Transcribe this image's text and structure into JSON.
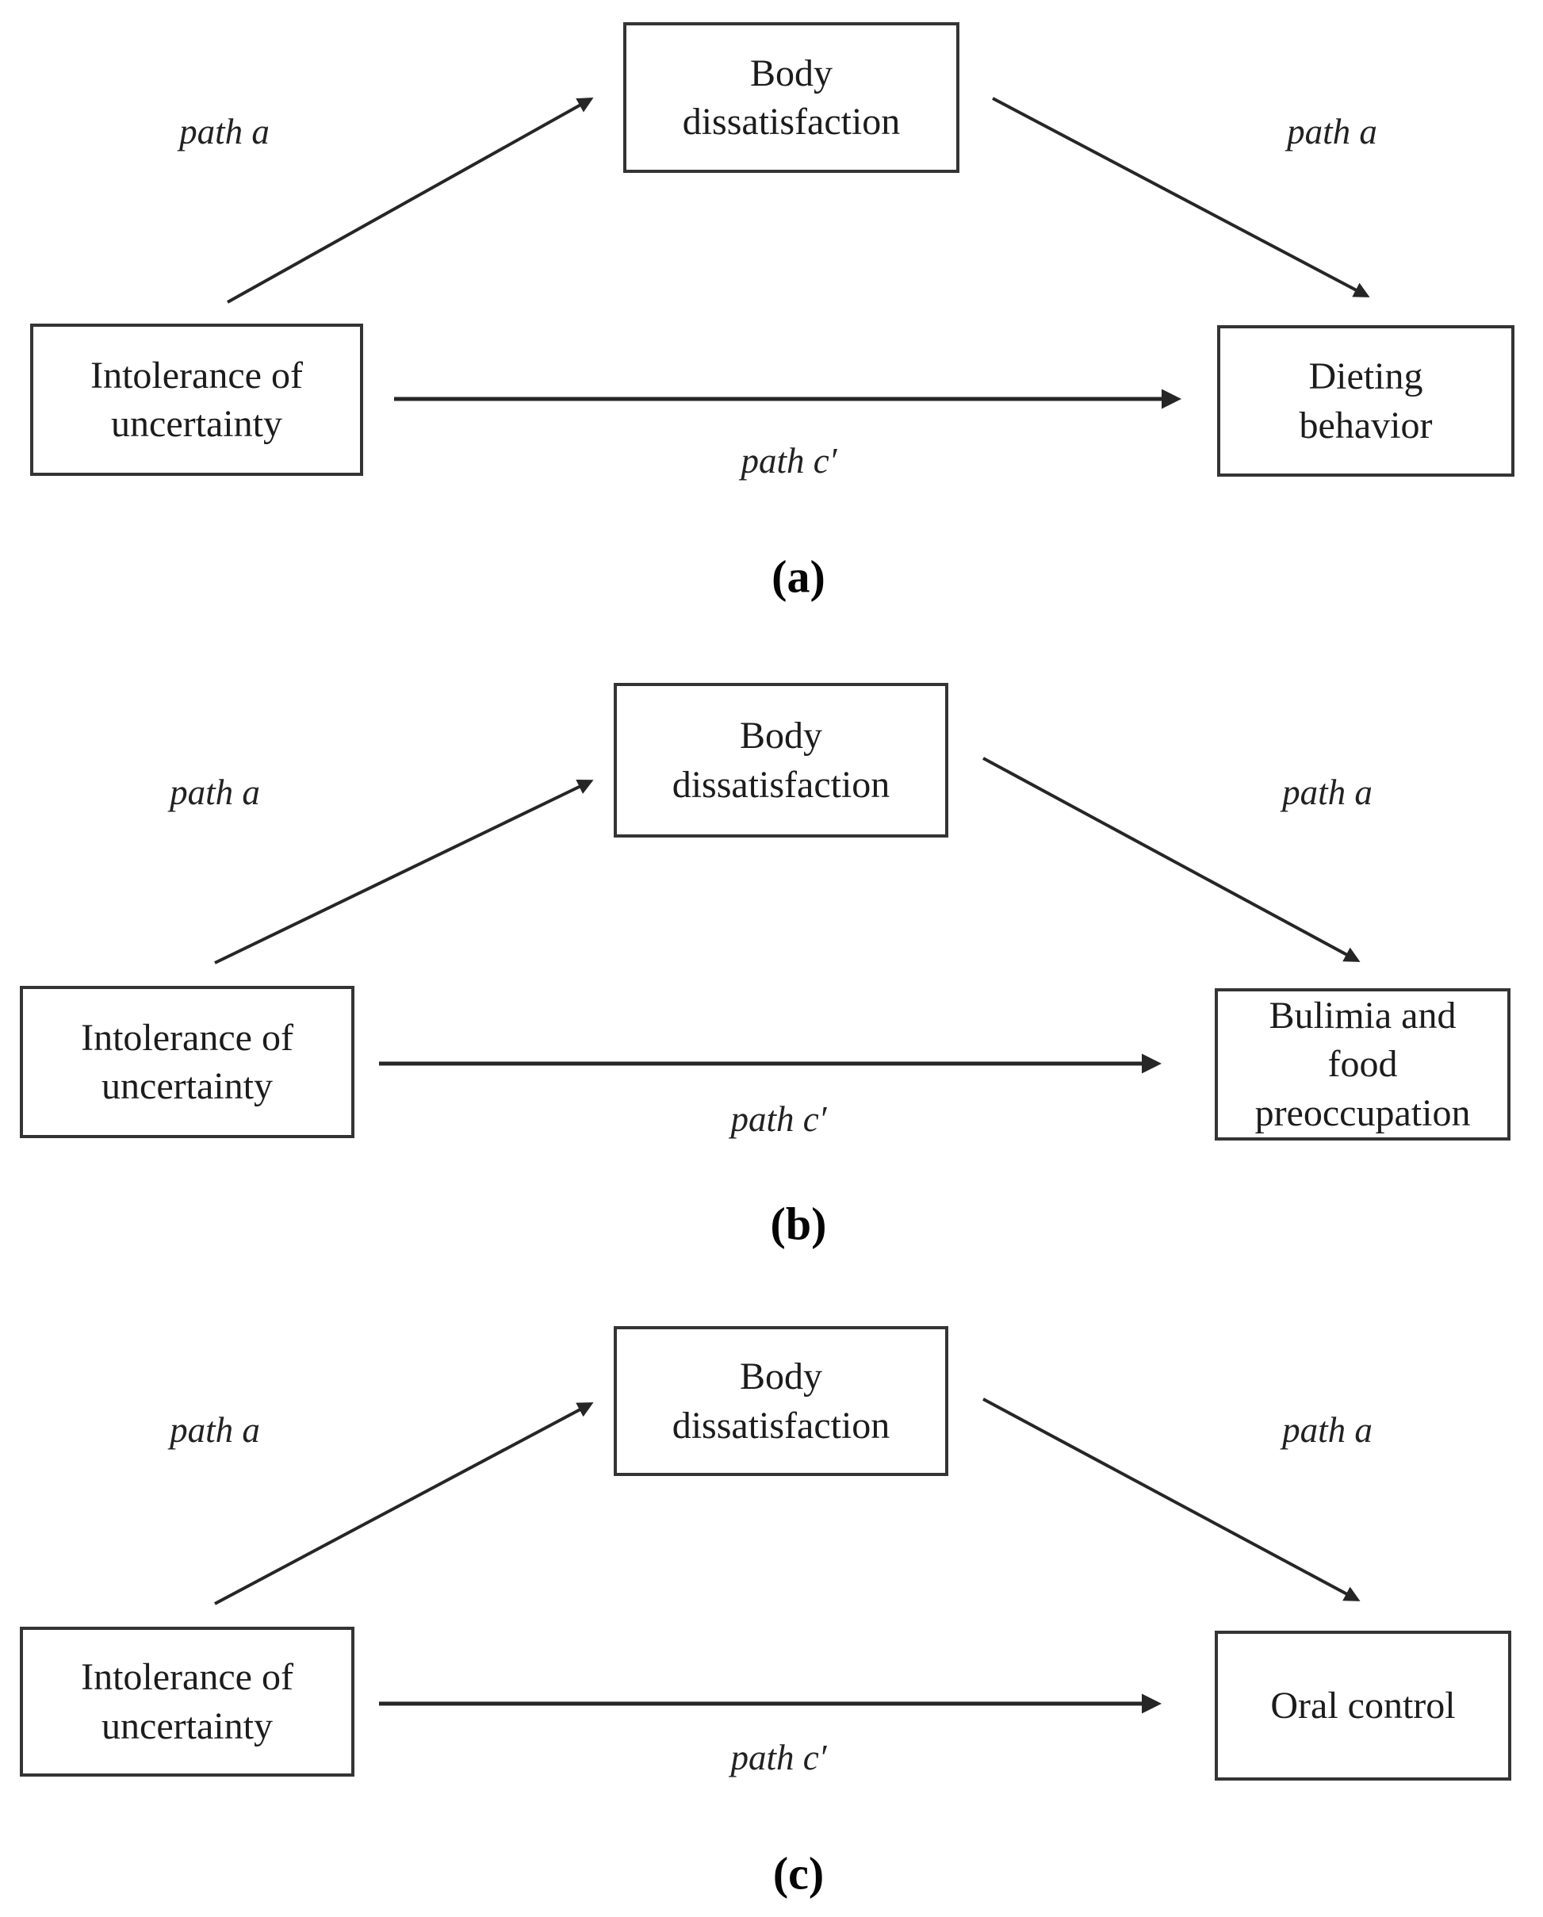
{
  "figure": {
    "background_color": "#ffffff",
    "box_border_color": "#343434",
    "text_color": "#1c1c1c",
    "arrow_color": "#262626",
    "panels": [
      {
        "panel_label": "(a)",
        "predictor": "Intolerance of\nuncertainty",
        "mediator": "Body\ndissatisfaction",
        "outcome": "Dieting\nbehavior",
        "path_a_left": "path a",
        "path_a_right": "path a",
        "path_c": "path c′"
      },
      {
        "panel_label": "(b)",
        "predictor": "Intolerance of\nuncertainty",
        "mediator": "Body\ndissatisfaction",
        "outcome": "Bulimia and\nfood\npreoccupation",
        "path_a_left": "path a",
        "path_a_right": "path a",
        "path_c": "path c′"
      },
      {
        "panel_label": "(c)",
        "predictor": "Intolerance of\nuncertainty",
        "mediator": "Body\ndissatisfaction",
        "outcome": "Oral control",
        "path_a_left": "path a",
        "path_a_right": "path a",
        "path_c": "path c′"
      }
    ]
  }
}
